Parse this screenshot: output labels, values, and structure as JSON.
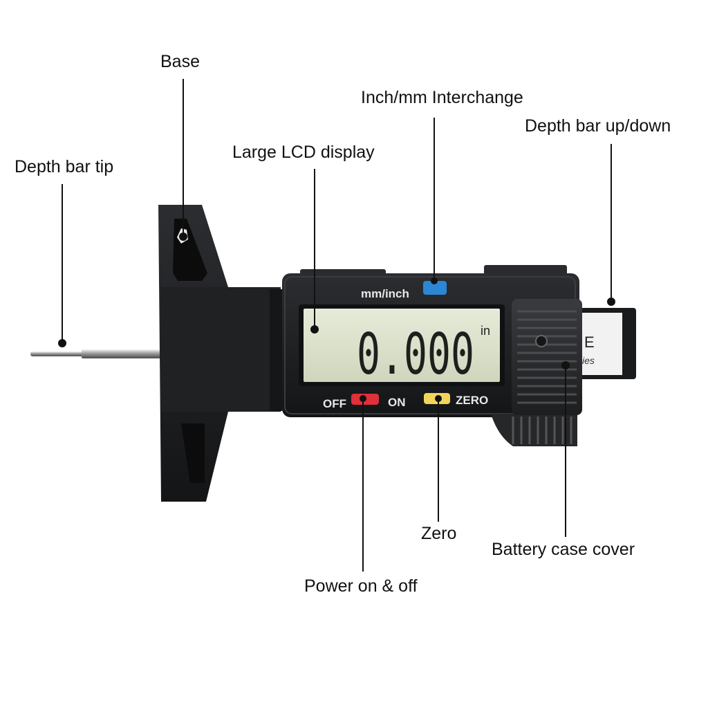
{
  "labels": {
    "depth_bar_tip": "Depth bar tip",
    "base": "Base",
    "inch_mm_interchange": "Inch/mm Interchange",
    "depth_bar_up_down": "Depth bar up/down",
    "lcd_display": "Large LCD display",
    "power": "Power on & off",
    "zero": "Zero",
    "battery_cover": "Battery case cover"
  },
  "device": {
    "mode_button_text": "mm/inch",
    "lcd_reading": "0.000",
    "lcd_unit": "in",
    "off_text": "OFF",
    "on_text": "ON",
    "zero_text": "ZERO",
    "slider_brand_partial": "E",
    "slider_text_partial": "ies"
  },
  "colors": {
    "body": "#1b1c1e",
    "lcd_background": "#dde3cf",
    "mode_button": "#2b86d6",
    "power_button": "#e0303a",
    "zero_button": "#f2d45a",
    "leader_line": "#111111"
  },
  "icons": {
    "leader_dot": "circle-dot"
  }
}
